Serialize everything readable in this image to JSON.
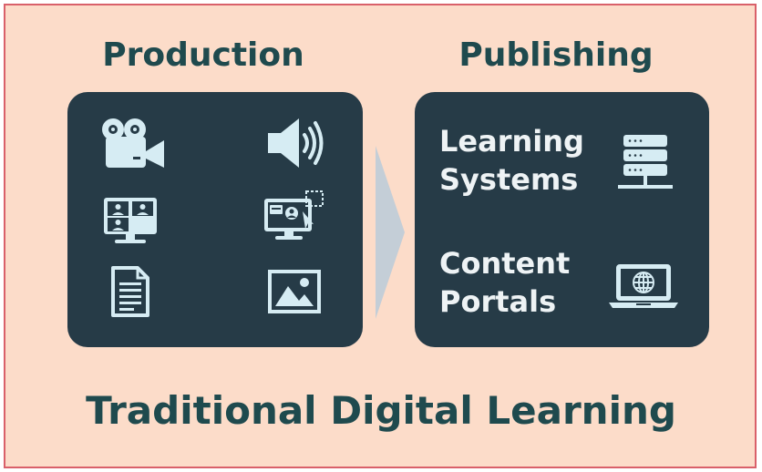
{
  "production": {
    "heading": "Production",
    "icons": [
      "video-camera-icon",
      "speaker-icon",
      "video-conference-icon",
      "screen-recording-icon",
      "document-icon",
      "image-icon"
    ]
  },
  "publishing": {
    "heading": "Publishing",
    "items": [
      {
        "line1": "Learning",
        "line2": "Systems",
        "icon": "server-icon"
      },
      {
        "line1": "Content",
        "line2": "Portals",
        "icon": "laptop-globe-icon"
      }
    ]
  },
  "footer": "Traditional Digital Learning",
  "colors": {
    "background": "#fcdcc9",
    "border": "#d9606a",
    "panel": "#263b47",
    "heading_text": "#1f4a4e",
    "icon": "#d6ecf3",
    "arrow": "#c4ced7"
  }
}
